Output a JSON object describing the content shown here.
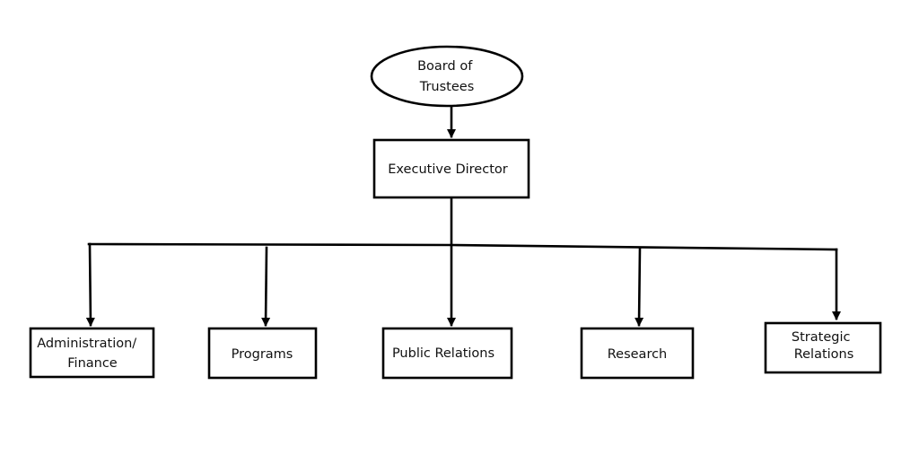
{
  "org_chart": {
    "root": {
      "label_lines": [
        "Board of",
        "Trustees"
      ],
      "shape": "ellipse"
    },
    "executive": {
      "label_lines": [
        "Executive Director"
      ],
      "shape": "rectangle"
    },
    "departments": [
      {
        "id": "administration-finance",
        "label_lines": [
          "Administration/",
          "Finance"
        ]
      },
      {
        "id": "programs",
        "label_lines": [
          "Programs"
        ]
      },
      {
        "id": "public-relations",
        "label_lines": [
          "Public Relations"
        ]
      },
      {
        "id": "research",
        "label_lines": [
          "Research"
        ]
      },
      {
        "id": "strategic-relations",
        "label_lines": [
          "Strategic",
          "Relations"
        ]
      }
    ],
    "colors": {
      "line": "#000000",
      "fill": "#ffffff",
      "text": "#111111"
    }
  }
}
